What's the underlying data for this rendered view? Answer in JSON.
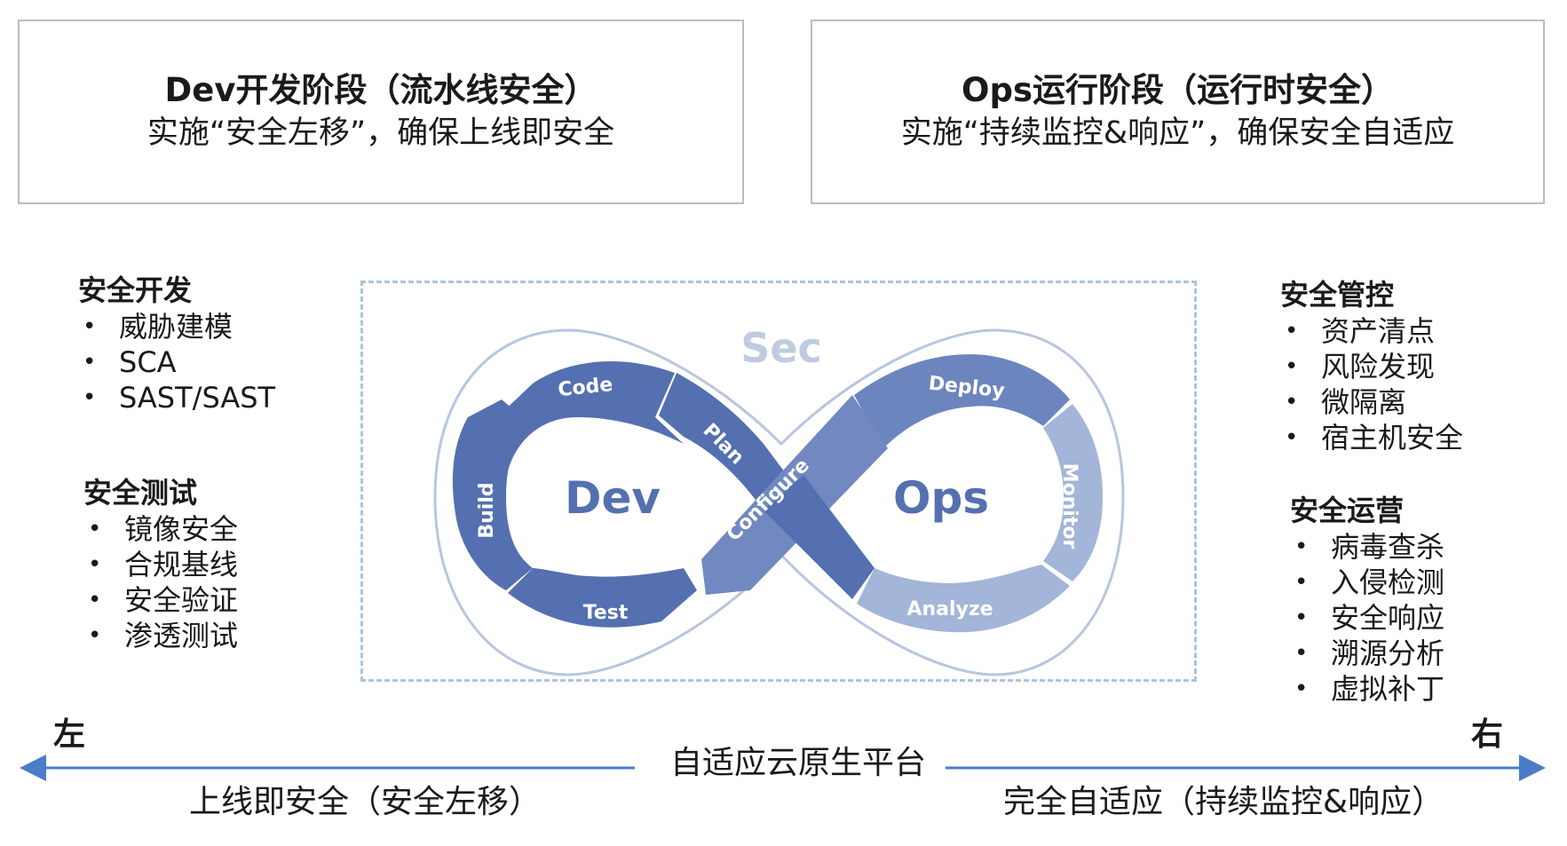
{
  "dev_stage": {
    "title": "Dev开发阶段（流水线安全）",
    "subtitle": "实施“安全左移”，确保上线即安全"
  },
  "ops_stage": {
    "title": "Ops运行阶段（运行时安全）",
    "subtitle": "实施“持续监控&响应”，确保安全自适应"
  },
  "left_groups": [
    {
      "title": "安全开发",
      "items": [
        "威胁建模",
        "SCA",
        "SAST/SAST"
      ]
    },
    {
      "title": "安全测试",
      "items": [
        "镜像安全",
        "合规基线",
        "安全验证",
        "渗透测试"
      ]
    }
  ],
  "right_groups": [
    {
      "title": "安全管控",
      "items": [
        "资产清点",
        "风险发现",
        "微隔离",
        "宿主机安全"
      ]
    },
    {
      "title": "安全运营",
      "items": [
        "病毒查杀",
        "入侵检测",
        "安全响应",
        "溯源分析",
        "虚拟补丁"
      ]
    }
  ],
  "bullet": "•",
  "infinity": {
    "sec": "Sec",
    "dev": "Dev",
    "ops": "Ops",
    "segments": {
      "code": "Code",
      "plan": "Plan",
      "build": "Build",
      "test": "Test",
      "configure": "Configure",
      "deploy": "Deploy",
      "monitor": "Monitor",
      "analyze": "Analyze"
    },
    "colors": {
      "dark_blue": "#5470b0",
      "mid_blue": "#7189c0",
      "light_blue": "#a3b5d8",
      "outline": "#b8c6de",
      "sec_text": "#bfcbe0"
    }
  },
  "axis": {
    "left": "左",
    "right": "右",
    "platform": "自适应云原生平台",
    "left_caption": "上线即安全（安全左移）",
    "right_caption": "完全自适应（持续监控&响应）",
    "arrow_color": "#4a7cc9"
  }
}
